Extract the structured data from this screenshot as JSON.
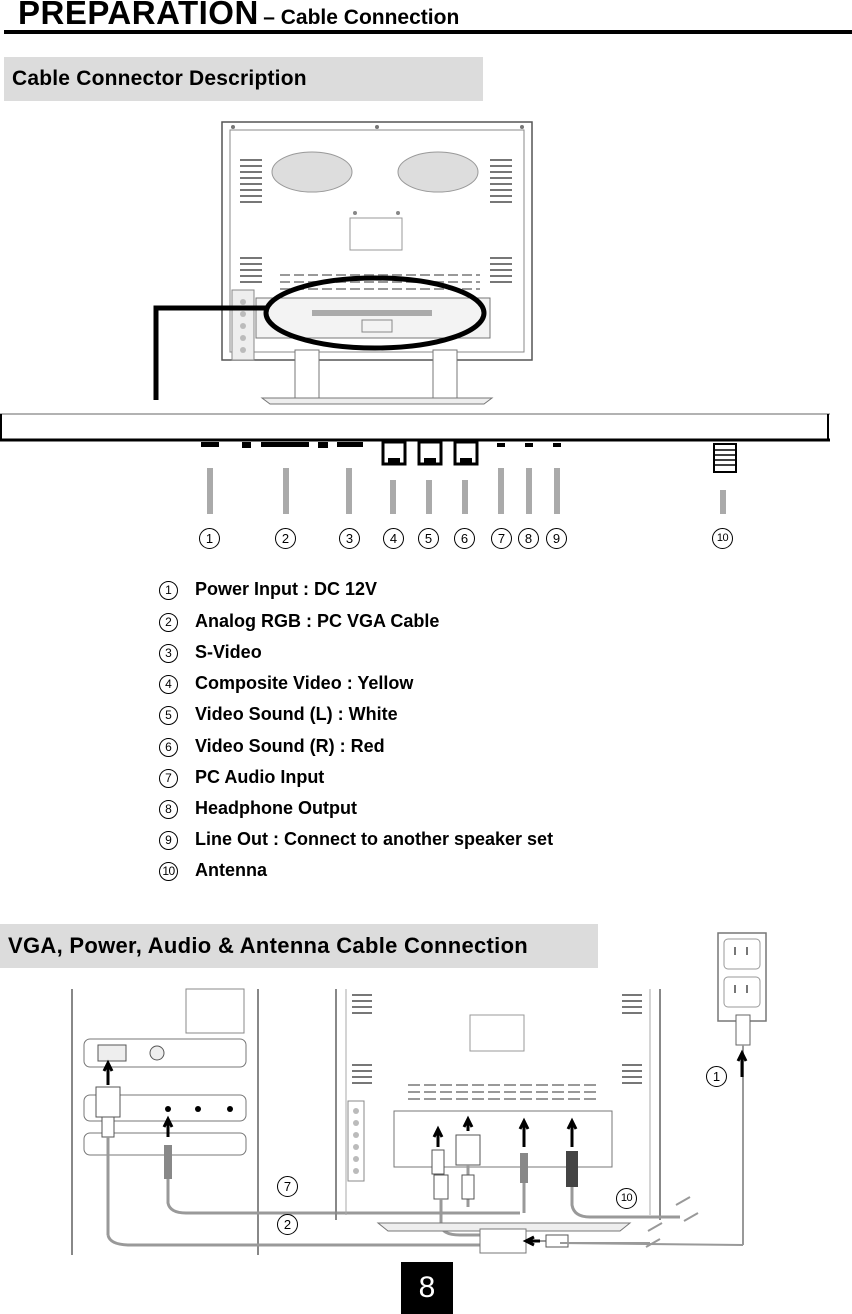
{
  "header": {
    "title": "PREPARATION",
    "subtitle": "– Cable Connection"
  },
  "section1": {
    "title": "Cable Connector Description"
  },
  "panel_callouts": [
    "1",
    "2",
    "3",
    "4",
    "5",
    "6",
    "7",
    "8",
    "9",
    "10"
  ],
  "legend": [
    {
      "num": "1",
      "text": "Power Input : DC 12V"
    },
    {
      "num": "2",
      "text": "Analog RGB : PC VGA Cable"
    },
    {
      "num": "3",
      "text": "S-Video"
    },
    {
      "num": "4",
      "text": "Composite Video : Yellow"
    },
    {
      "num": "5",
      "text": "Video Sound (L)  : White"
    },
    {
      "num": "6",
      "text": "Video Sound (R)  : Red"
    },
    {
      "num": "7",
      "text": "PC Audio Input"
    },
    {
      "num": "8",
      "text": "Headphone Output"
    },
    {
      "num": "9",
      "text": "Line Out : Connect to another speaker set"
    },
    {
      "num": "10",
      "text": "Antenna"
    }
  ],
  "section2": {
    "title": "VGA, Power, Audio & Antenna Cable Connection"
  },
  "diagram_callouts": {
    "power": "1",
    "audio": "7",
    "vga": "2",
    "antenna": "10"
  },
  "page_number": "8"
}
